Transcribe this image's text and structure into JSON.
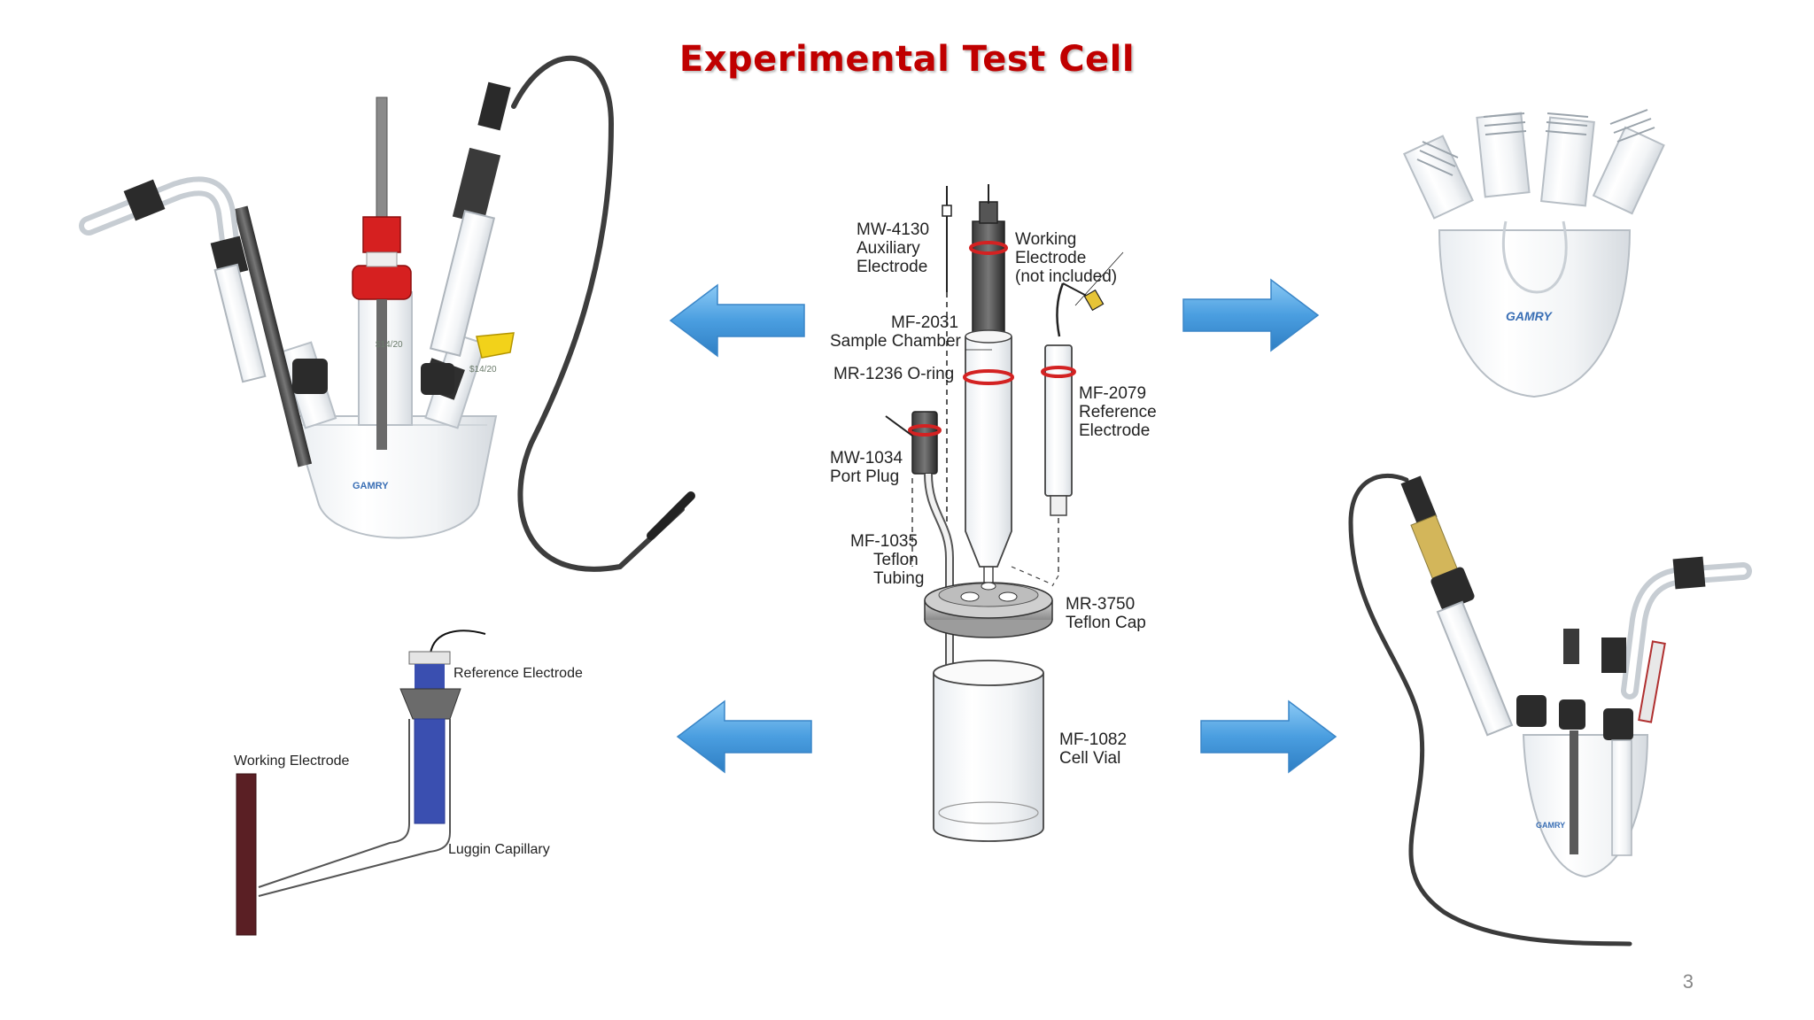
{
  "title": "Experimental Test Cell",
  "page_number": "3",
  "colors": {
    "title": "#c00000",
    "arrow": "#4a9ee0",
    "oring": "#d32222",
    "cap_red": "#d62020",
    "electrode_blue": "#3a4fb0",
    "electrode_maroon": "#5a1f24"
  },
  "center_diagram": {
    "labels": {
      "aux_code": "MW-4130",
      "aux_1": "Auxiliary",
      "aux_2": "Electrode",
      "working_1": "Working",
      "working_2": "Electrode",
      "working_3": "(not included)",
      "chamber_code": "MF-2031",
      "chamber_name": "Sample Chamber",
      "oring": "MR-1236 O-ring",
      "ref_code": "MF-2079",
      "ref_1": "Reference",
      "ref_2": "Electrode",
      "port_code": "MW-1034",
      "port_name": "Port Plug",
      "tubing_code": "MF-1035",
      "tubing_1": "Teflon",
      "tubing_2": "Tubing",
      "cap_code": "MR-3750",
      "cap_name": "Teflon Cap",
      "vial_code": "MF-1082",
      "vial_name": "Cell Vial"
    }
  },
  "schematic": {
    "reference_electrode": "Reference Electrode",
    "working_electrode": "Working Electrode",
    "luggin_capillary": "Luggin Capillary"
  },
  "photo_logos": {
    "top_left": "GAMRY",
    "top_right": "GAMRY",
    "bottom_right": "GAMRY",
    "joint_mark_1": "$14/20",
    "joint_mark_2": "$14/20"
  }
}
